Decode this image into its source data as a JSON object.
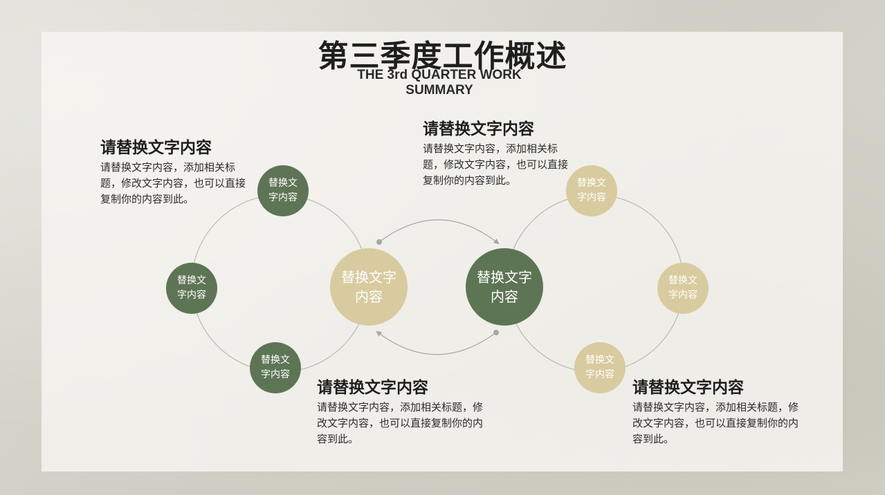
{
  "title": "第三季度工作概述",
  "subtitle": "THE 3rd QUARTER WORK SUMMARY",
  "colors": {
    "green": "#5e7555",
    "tan": "#d8cb9f",
    "line": "#b5b5b0"
  },
  "left_cluster": {
    "center_label": "替换文字内容",
    "node_label": "替换文字内容",
    "top_node_label": "替换文字内容",
    "left_node_label": "替换文字内容",
    "bottom_node_label": "替换文字内容"
  },
  "right_cluster": {
    "center_label": "替换文字内容",
    "top_node_label": "替换文字内容",
    "right_node_label": "替换文字内容",
    "bottom_node_label": "替换文字内容"
  },
  "blocks": [
    {
      "heading": "请替换文字内容",
      "body": "请替换文字内容，添加相关标题，修改文字内容，也可以直接复制你的内容到此。"
    },
    {
      "heading": "请替换文字内容",
      "body": "请替换文字内容，添加相关标题，修改文字内容，也可以直接复制你的内容到此。"
    },
    {
      "heading": "请替换文字内容",
      "body": "请替换文字内容，添加相关标题，修改文字内容，也可以直接复制你的内容到此。"
    },
    {
      "heading": "请替换文字内容",
      "body": "请替换文字内容，添加相关标题，修改文字内容，也可以直接复制你的内容到此。"
    }
  ]
}
